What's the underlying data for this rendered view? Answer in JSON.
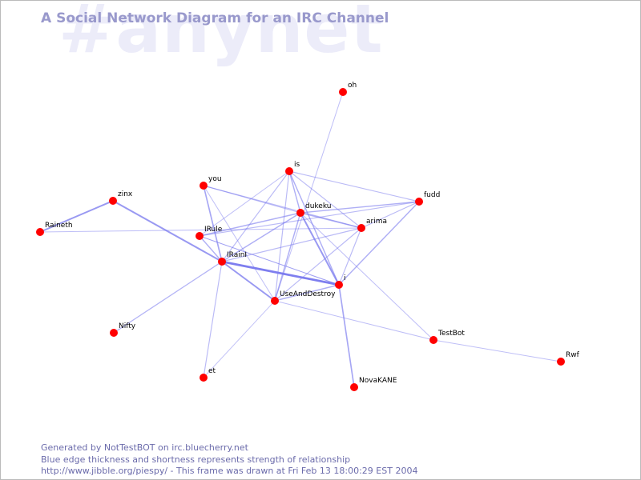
{
  "channel": "#anynet",
  "title": "A Social Network Diagram for an IRC Channel",
  "footer": {
    "line1": "Generated by NotTestBOT on irc.bluecherry.net",
    "line2": "Blue edge thickness and shortness represents strength of relationship",
    "line3": "http://www.jibble.org/piespy/ - This frame was drawn at Fri Feb 13 18:00:29 EST 2004"
  },
  "colors": {
    "node": "#ff0000",
    "edge": "#7777ee",
    "title": "#9999cc",
    "watermark": "#ececf9",
    "footer": "#6b6bab"
  },
  "nodes": [
    {
      "id": "oh",
      "label": "oh"
    },
    {
      "id": "is",
      "label": "is"
    },
    {
      "id": "you",
      "label": "you"
    },
    {
      "id": "zinx",
      "label": "zinx"
    },
    {
      "id": "fudd",
      "label": "fudd"
    },
    {
      "id": "dukeku",
      "label": "dukeku"
    },
    {
      "id": "arima",
      "label": "arima"
    },
    {
      "id": "Raineth",
      "label": "Raineth"
    },
    {
      "id": "IRule",
      "label": "IRule"
    },
    {
      "id": "IRainI",
      "label": "IRainI"
    },
    {
      "id": "i",
      "label": "i"
    },
    {
      "id": "UseAndDestroy",
      "label": "UseAndDestroy"
    },
    {
      "id": "Nifty",
      "label": "Nifty"
    },
    {
      "id": "TestBot",
      "label": "TestBot"
    },
    {
      "id": "Rwf",
      "label": "Rwf"
    },
    {
      "id": "et",
      "label": "et"
    },
    {
      "id": "NovaKANE",
      "label": "NovaKANE"
    }
  ],
  "edges": [
    {
      "from": "IRainI",
      "to": "i",
      "strength": 3
    },
    {
      "from": "IRainI",
      "to": "zinx",
      "strength": 2
    },
    {
      "from": "zinx",
      "to": "Raineth",
      "strength": 2
    },
    {
      "from": "dukeku",
      "to": "i",
      "strength": 2
    },
    {
      "from": "IRainI",
      "to": "UseAndDestroy",
      "strength": 2
    },
    {
      "from": "i",
      "to": "NovaKANE",
      "strength": 1.5
    },
    {
      "from": "you",
      "to": "IRainI",
      "strength": 1.5
    },
    {
      "from": "IRainI",
      "to": "dukeku",
      "strength": 1.2
    },
    {
      "from": "i",
      "to": "fudd",
      "strength": 1.2
    },
    {
      "from": "dukeku",
      "to": "fudd",
      "strength": 1.2
    },
    {
      "from": "is",
      "to": "dukeku",
      "strength": 1.2
    },
    {
      "from": "IRule",
      "to": "dukeku",
      "strength": 1.2
    },
    {
      "from": "dukeku",
      "to": "UseAndDestroy",
      "strength": 1.2
    },
    {
      "from": "IRule",
      "to": "IRainI",
      "strength": 1.2
    },
    {
      "from": "is",
      "to": "i",
      "strength": 1.2
    },
    {
      "from": "dukeku",
      "to": "arima",
      "strength": 1.2
    },
    {
      "from": "i",
      "to": "UseAndDestroy",
      "strength": 1.2
    },
    {
      "from": "IRainI",
      "to": "Nifty",
      "strength": 1
    },
    {
      "from": "IRainI",
      "to": "et",
      "strength": 0.8
    },
    {
      "from": "you",
      "to": "dukeku",
      "strength": 0.8
    },
    {
      "from": "is",
      "to": "fudd",
      "strength": 0.8
    },
    {
      "from": "is",
      "to": "arima",
      "strength": 0.8
    },
    {
      "from": "arima",
      "to": "fudd",
      "strength": 0.8
    },
    {
      "from": "arima",
      "to": "i",
      "strength": 0.8
    },
    {
      "from": "arima",
      "to": "IRainI",
      "strength": 0.8
    },
    {
      "from": "is",
      "to": "IRainI",
      "strength": 0.8
    },
    {
      "from": "is",
      "to": "UseAndDestroy",
      "strength": 0.8
    },
    {
      "from": "you",
      "to": "arima",
      "strength": 0.8
    },
    {
      "from": "arima",
      "to": "UseAndDestroy",
      "strength": 0.8
    },
    {
      "from": "IRule",
      "to": "fudd",
      "strength": 0.8
    },
    {
      "from": "you",
      "to": "UseAndDestroy",
      "strength": 0.6
    },
    {
      "from": "IRule",
      "to": "is",
      "strength": 0.6
    },
    {
      "from": "IRule",
      "to": "i",
      "strength": 0.6
    },
    {
      "from": "dukeku",
      "to": "TestBot",
      "strength": 0.6
    },
    {
      "from": "UseAndDestroy",
      "to": "TestBot",
      "strength": 0.6
    },
    {
      "from": "TestBot",
      "to": "Rwf",
      "strength": 0.6
    },
    {
      "from": "oh",
      "to": "UseAndDestroy",
      "strength": 0.6
    },
    {
      "from": "Raineth",
      "to": "arima",
      "strength": 0.6
    },
    {
      "from": "et",
      "to": "UseAndDestroy",
      "strength": 0.5
    },
    {
      "from": "i",
      "to": "IRule",
      "strength": 0.5
    }
  ]
}
